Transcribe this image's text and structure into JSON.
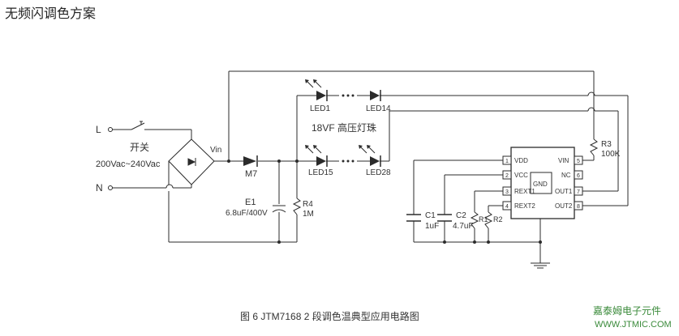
{
  "header": {
    "title": "无频闪调色方案"
  },
  "input": {
    "line_label": "L",
    "switch_label": "开关",
    "voltage": "200Vac~240Vac",
    "neutral_label": "N",
    "vin_label": "Vin"
  },
  "components": {
    "m7": "M7",
    "e1_name": "E1",
    "e1_value": "6.8uF/400V",
    "r4_name": "R4",
    "r4_value": "1M",
    "led1": "LED1",
    "led14": "LED14",
    "led15": "LED15",
    "led28": "LED28",
    "led_note": "18VF 高压灯珠",
    "r3_name": "R3",
    "r3_value": "100K",
    "c1_name": "C1",
    "c1_value": "1uF",
    "c2_name": "C2",
    "c2_value": "4.7uF",
    "r1": "R1",
    "r2": "R2"
  },
  "ic": {
    "gnd": "GND",
    "pin1": "VDD",
    "pin2": "VCC",
    "pin3": "REXT1",
    "pin4": "REXT2",
    "pin5": "VIN",
    "pin6": "NC",
    "pin7": "OUT1",
    "pin8": "OUT2",
    "pin_numbers": [
      "1",
      "2",
      "3",
      "4",
      "5",
      "6",
      "7",
      "8"
    ]
  },
  "caption": "图 6 JTM7168 2 段调色温典型应用电路图",
  "watermark": {
    "line1": "嘉泰姆电子元件",
    "line2": "WWW.JTMIC.COM"
  },
  "colors": {
    "wire": "#2b2b2b",
    "watermark": "#3a8a3a"
  }
}
